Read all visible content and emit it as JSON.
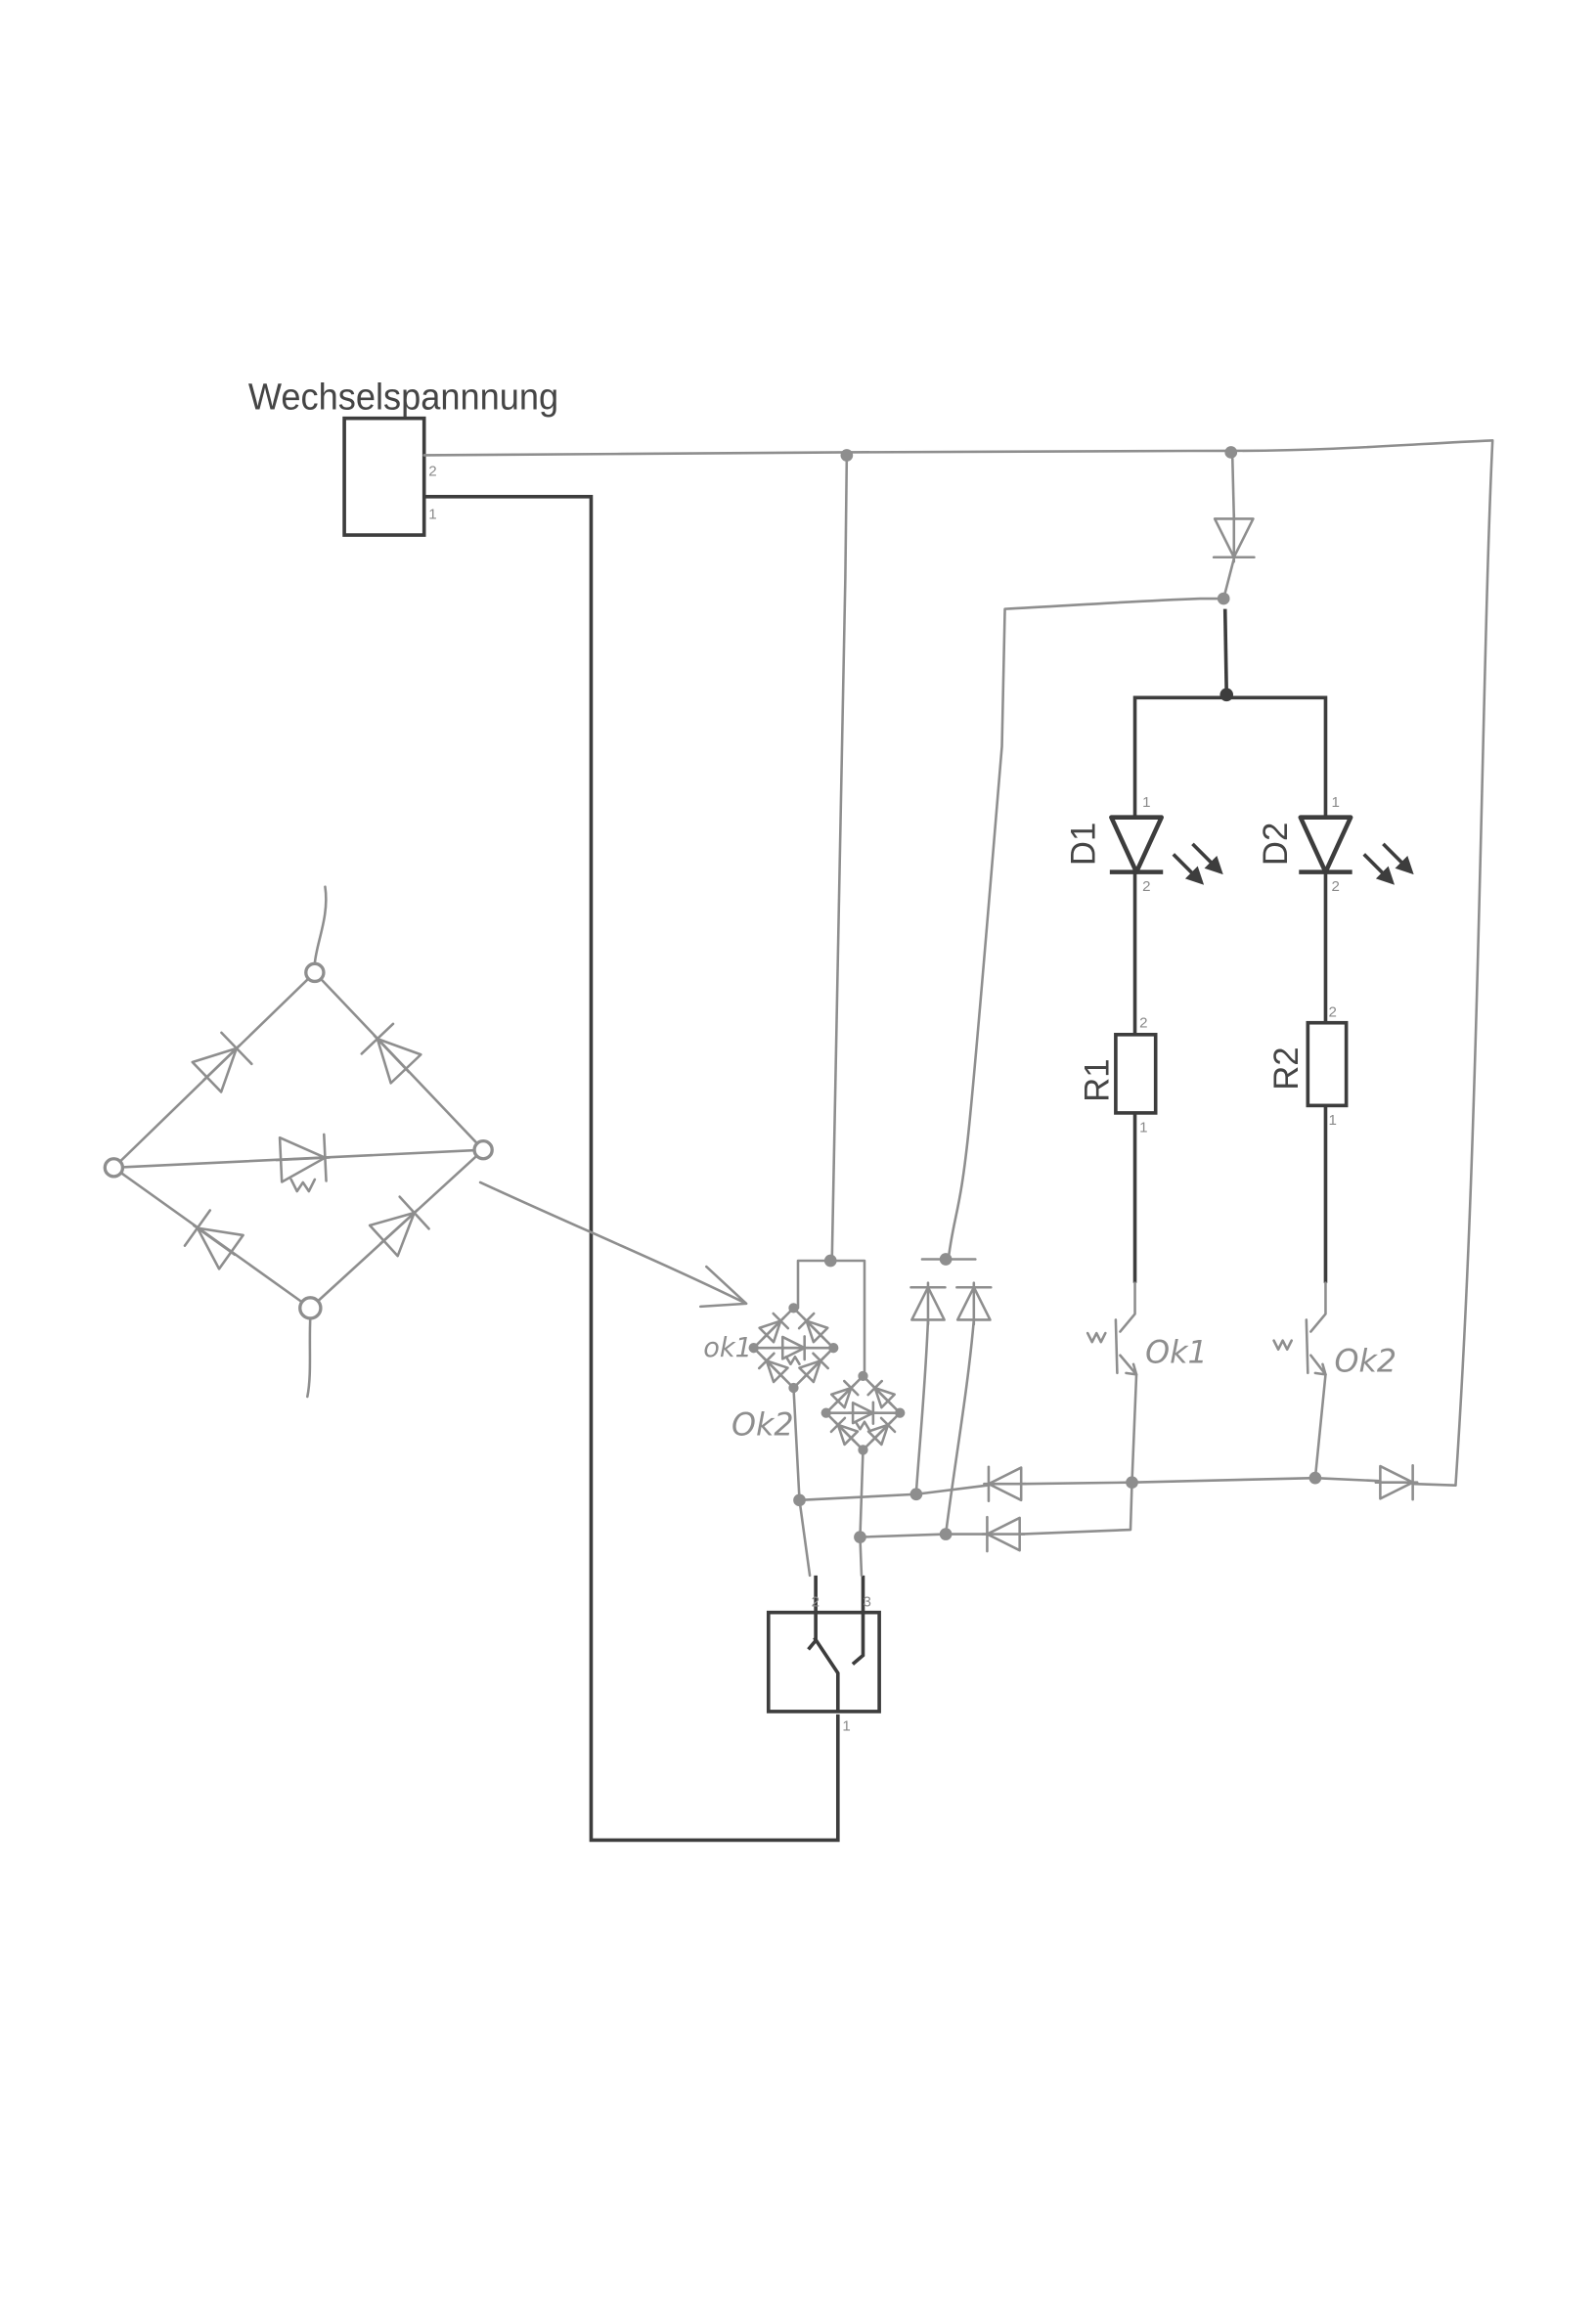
{
  "source": {
    "label": "Wechselspannnung",
    "pin_top": "2",
    "pin_bottom": "1"
  },
  "led_d1": {
    "label": "D1",
    "pin_anode": "1",
    "pin_cathode": "2"
  },
  "led_d2": {
    "label": "D2",
    "pin_anode": "1",
    "pin_cathode": "2"
  },
  "resistor_r1": {
    "label": "R1",
    "pin_top": "2",
    "pin_bottom": "1"
  },
  "resistor_r2": {
    "label": "R2",
    "pin_top": "2",
    "pin_bottom": "1"
  },
  "phototransistor_1": {
    "label": "Ok1"
  },
  "phototransistor_2": {
    "label": "Ok2"
  },
  "bridge_1": {
    "label": "ok1"
  },
  "bridge_2": {
    "label": "Ok2"
  },
  "switch": {
    "pin_left": "2",
    "pin_right": "3",
    "pin_common": "1"
  },
  "colors": {
    "printed": "#3d3d3d",
    "sketch": "#8e8e8e",
    "paper": "#ffffff"
  }
}
